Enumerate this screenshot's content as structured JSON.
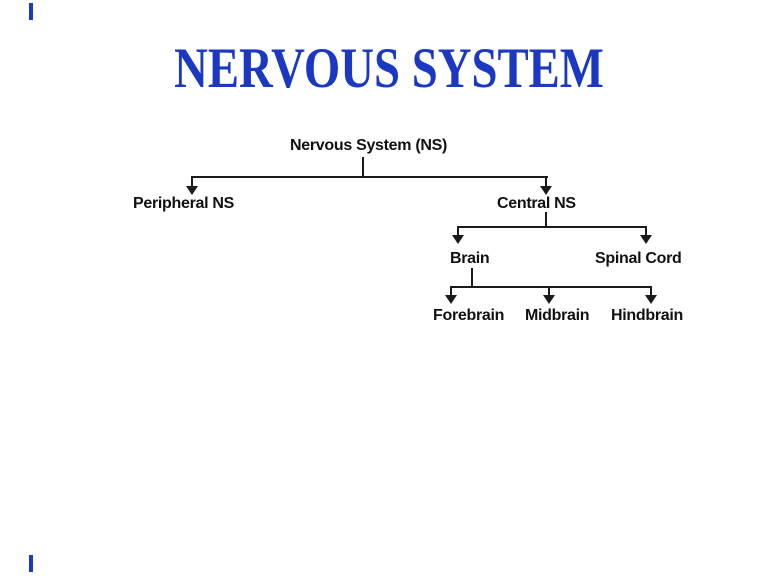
{
  "slide": {
    "title": "NERVOUS SYSTEM",
    "colors": {
      "title": "#1B38C2",
      "line": "#1A1A1A",
      "background": "#FFFFFF"
    }
  },
  "diagram": {
    "type": "tree",
    "tree": {
      "label": "Nervous System (NS)",
      "children": [
        {
          "label": "Peripheral NS",
          "children": []
        },
        {
          "label": "Central NS",
          "children": [
            {
              "label": "Brain",
              "children": [
                {
                  "label": "Forebrain",
                  "children": []
                },
                {
                  "label": "Midbrain",
                  "children": []
                },
                {
                  "label": "Hindbrain",
                  "children": []
                }
              ]
            },
            {
              "label": "Spinal Cord",
              "children": []
            }
          ]
        }
      ]
    }
  }
}
